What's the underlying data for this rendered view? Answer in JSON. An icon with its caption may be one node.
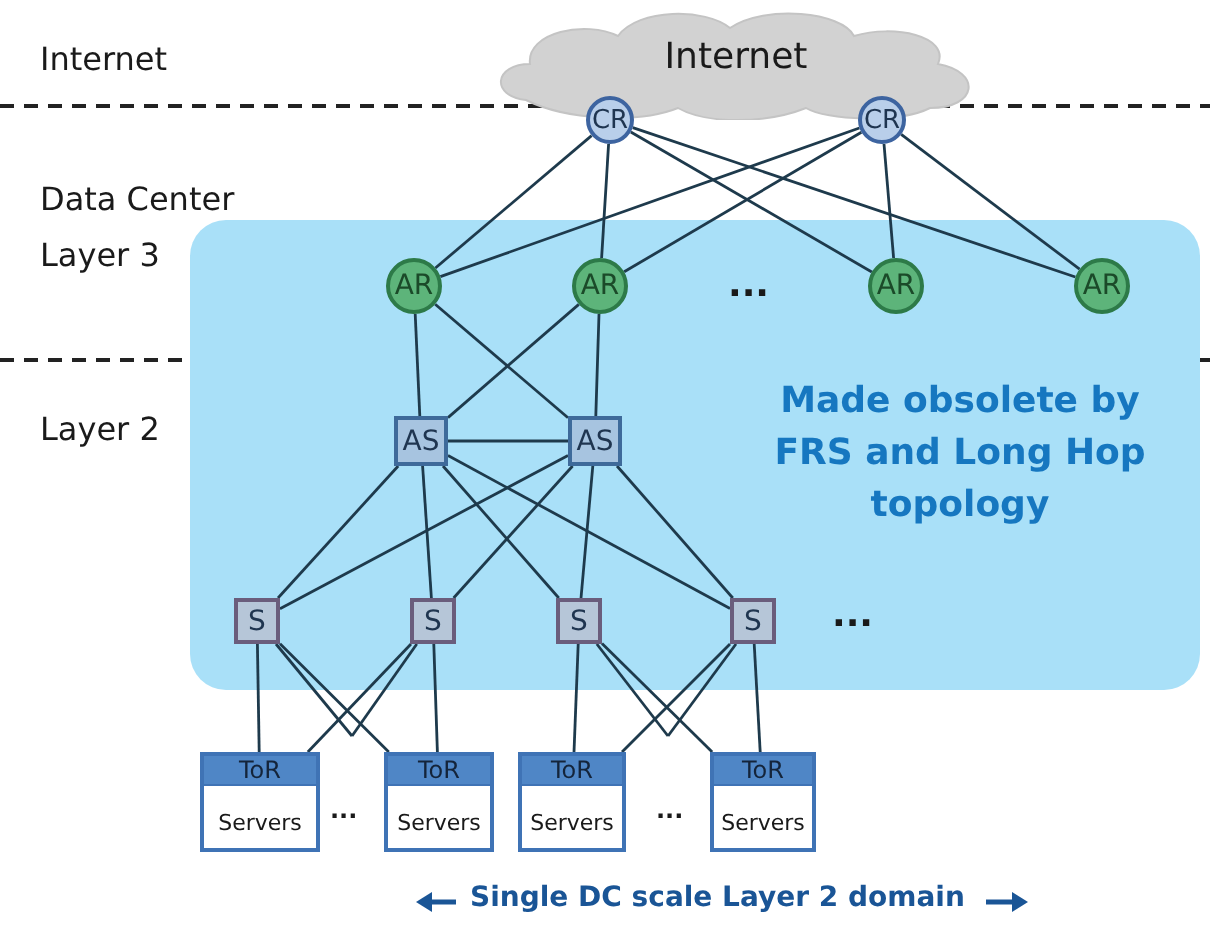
{
  "diagram": {
    "nodes": [
      {
        "text": [
          "Internet"
        ]
      },
      {
        "text": [
          "Made obsolete by FRS and Long Hop topology"
        ]
      },
      {
        "text": [
          "CR"
        ]
      },
      {
        "text": [
          "CR"
        ]
      },
      {
        "text": [
          "AR"
        ],
        "in": 1
      },
      {
        "text": [
          "AR"
        ],
        "in": 1
      },
      {
        "text": [
          "AR"
        ],
        "in": 1
      },
      {
        "text": [
          "AR"
        ],
        "in": 1
      },
      {
        "text": [
          "AS"
        ],
        "in": 1
      },
      {
        "text": [
          "AS"
        ],
        "in": 1
      },
      {
        "text": [
          "S"
        ],
        "in": 1
      },
      {
        "text": [
          "S"
        ],
        "in": 1
      },
      {
        "text": [
          "S"
        ],
        "in": 1
      },
      {
        "text": [
          "S"
        ],
        "in": 1
      },
      {
        "text": [
          "ToR",
          "Servers"
        ]
      },
      {
        "text": [
          "ToR",
          "Servers"
        ]
      },
      {
        "text": [
          "ToR",
          "Servers"
        ]
      },
      {
        "text": [
          "ToR",
          "Servers"
        ]
      }
    ],
    "edges": [
      {
        "from": 2,
        "to": 4,
        "arrow": "none"
      },
      {
        "from": 2,
        "to": 5,
        "arrow": "none"
      },
      {
        "from": 2,
        "to": 6,
        "arrow": "none"
      },
      {
        "from": 2,
        "to": 7,
        "arrow": "none"
      },
      {
        "from": 3,
        "to": 4,
        "arrow": "none"
      },
      {
        "from": 3,
        "to": 5,
        "arrow": "none"
      },
      {
        "from": 3,
        "to": 6,
        "arrow": "none"
      },
      {
        "from": 3,
        "to": 7,
        "arrow": "none"
      },
      {
        "from": 4,
        "to": 8,
        "arrow": "none"
      },
      {
        "from": 4,
        "to": 9,
        "arrow": "none"
      },
      {
        "from": 5,
        "to": 8,
        "arrow": "none"
      },
      {
        "from": 5,
        "to": 9,
        "arrow": "none"
      },
      {
        "from": 8,
        "to": 9,
        "arrow": "none"
      },
      {
        "from": 8,
        "to": 10,
        "arrow": "none"
      },
      {
        "from": 8,
        "to": 11,
        "arrow": "none"
      },
      {
        "from": 8,
        "to": 12,
        "arrow": "none"
      },
      {
        "from": 8,
        "to": 13,
        "arrow": "none"
      },
      {
        "from": 9,
        "to": 10,
        "arrow": "none"
      },
      {
        "from": 9,
        "to": 11,
        "arrow": "none"
      },
      {
        "from": 9,
        "to": 12,
        "arrow": "none"
      },
      {
        "from": 9,
        "to": 13,
        "arrow": "none"
      },
      {
        "from": 10,
        "to": 14,
        "arrow": "none"
      },
      {
        "from": 10,
        "to": 15,
        "arrow": "none"
      },
      {
        "from": 10,
        "to": null,
        "arrow": "none"
      },
      {
        "from": 11,
        "to": 14,
        "arrow": "none"
      },
      {
        "from": 11,
        "to": 15,
        "arrow": "none"
      },
      {
        "from": 11,
        "to": null,
        "arrow": "none"
      },
      {
        "from": 12,
        "to": 16,
        "arrow": "none"
      },
      {
        "from": 12,
        "to": 17,
        "arrow": "none"
      },
      {
        "from": 12,
        "to": null,
        "arrow": "none"
      },
      {
        "from": 13,
        "to": 16,
        "arrow": "none"
      },
      {
        "from": 13,
        "to": 17,
        "arrow": "none"
      },
      {
        "from": 13,
        "to": null,
        "arrow": "none"
      }
    ],
    "labels": [
      "Internet",
      "Data Center Layer 3",
      "Layer 2",
      "...",
      "...",
      "...",
      "...",
      "Single DC scale Layer 2 domain"
    ]
  }
}
